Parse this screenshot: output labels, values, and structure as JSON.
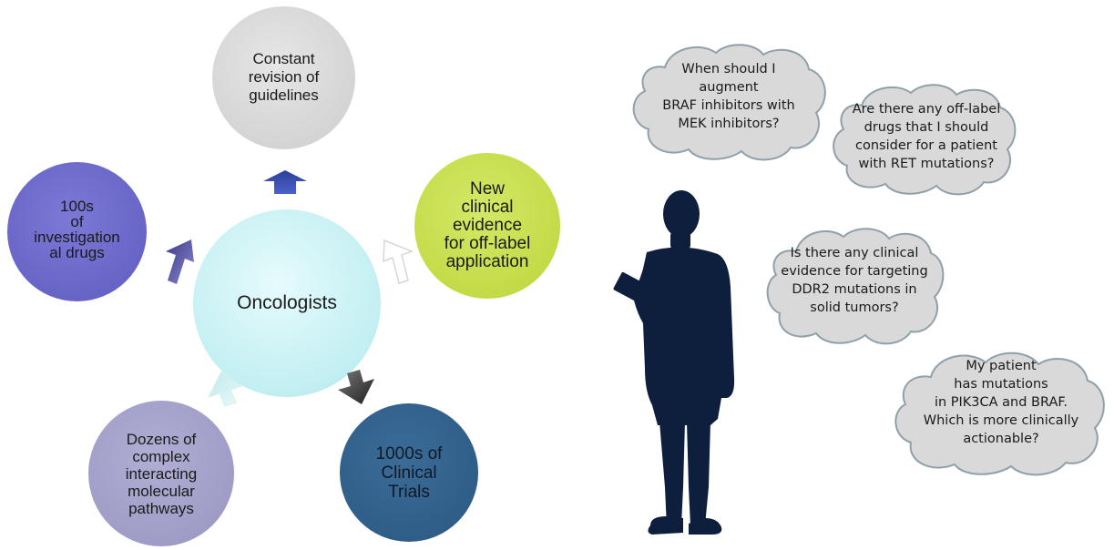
{
  "hub": {
    "label": "Oncologists"
  },
  "nodes": {
    "top": "Constant\nrevision of\nguidelines",
    "left": "100s\nof\ninvestigation\nal drugs",
    "right": "New\nclinical\nevidence\nfor off-label\napplication",
    "bottom_left": "Dozens of\ncomplex\ninteracting\nmolecular\npathways",
    "bottom_right": "1000s of\nClinical\nTrials"
  },
  "questions": {
    "q1": "When should I\naugment\nBRAF inhibitors with\nMEK inhibitors?",
    "q2": "Are there any off-label\ndrugs that I should\nconsider for a patient\nwith RET mutations?",
    "q3": "Is there any clinical\nevidence for targeting\nDDR2 mutations in\nsolid tumors?",
    "q4": "My patient\nhas mutations\nin PIK3CA and BRAF.\nWhich is more clinically\nactionable?"
  },
  "colors": {
    "hub": "#c8f2f4",
    "top": "#d6d6d6",
    "left": "#6a67c9",
    "right": "#c5dc4a",
    "bottom_left": "#a09ec8",
    "bottom_right": "#2e5d87",
    "cloud_fill": "#d9d9d9",
    "cloud_stroke": "#8fa0a8",
    "silhouette": "#0e1f3d"
  }
}
